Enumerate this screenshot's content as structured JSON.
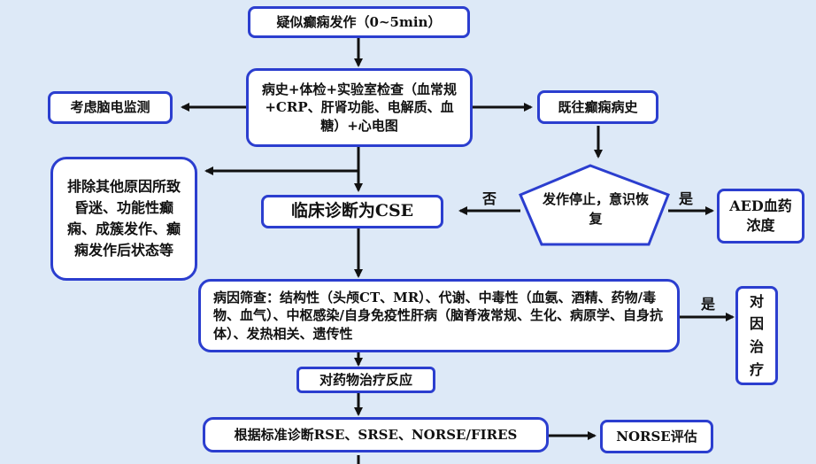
{
  "nodes": {
    "seizure": "疑似癫痫发作（0~5min）",
    "exam": "病史+体检+实验室检查（血常规+CRP、肝肾功能、电解质、血糖）+心电图",
    "eeg": "考虑脑电监测",
    "history": "既往癫痫病史",
    "exclude": "排除其他原因所致昏迷、功能性癫痫、成簇发作、癫痫发作后状态等",
    "cse": "临床诊断为CSE",
    "decision": "发作停止，意识恢复",
    "aed": "AED血药浓度",
    "etiology": "病因筛查：结构性（头颅CT、MR）、代谢、中毒性（血氨、酒精、药物/毒物、血气）、中枢感染/自身免疫性肝病（脑脊液常规、生化、病原学、自身抗体）、发热相关、遗传性",
    "treat": "对因治疗",
    "response": "对药物治疗反应",
    "classify": "根据标准诊断RSE、SRSE、NORSE/FIRES",
    "norse": "NORSE评估"
  },
  "edge_labels": {
    "no": "否",
    "yes_aed": "是",
    "yes_treat": "是"
  },
  "colors": {
    "background": "#dde9f7",
    "border": "#2b3ecf",
    "arrow": "#111111"
  }
}
